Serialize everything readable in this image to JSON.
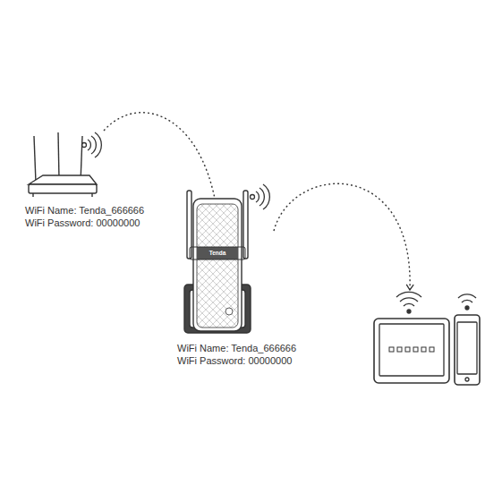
{
  "diagram": {
    "nodes": [
      {
        "text": [
          "WiFi Name: Tenda_666666",
          "WiFi Password: 00000000"
        ]
      },
      {
        "text": [
          "WiFi Name: Tenda_666666",
          "WiFi Password: 00000000"
        ]
      },
      {
        "text": []
      }
    ],
    "edges": [
      {
        "from": 0,
        "to": 1,
        "arrow": "to"
      },
      {
        "from": 1,
        "to": 2,
        "arrow": "to"
      }
    ],
    "labels": [
      "Tenda"
    ]
  }
}
